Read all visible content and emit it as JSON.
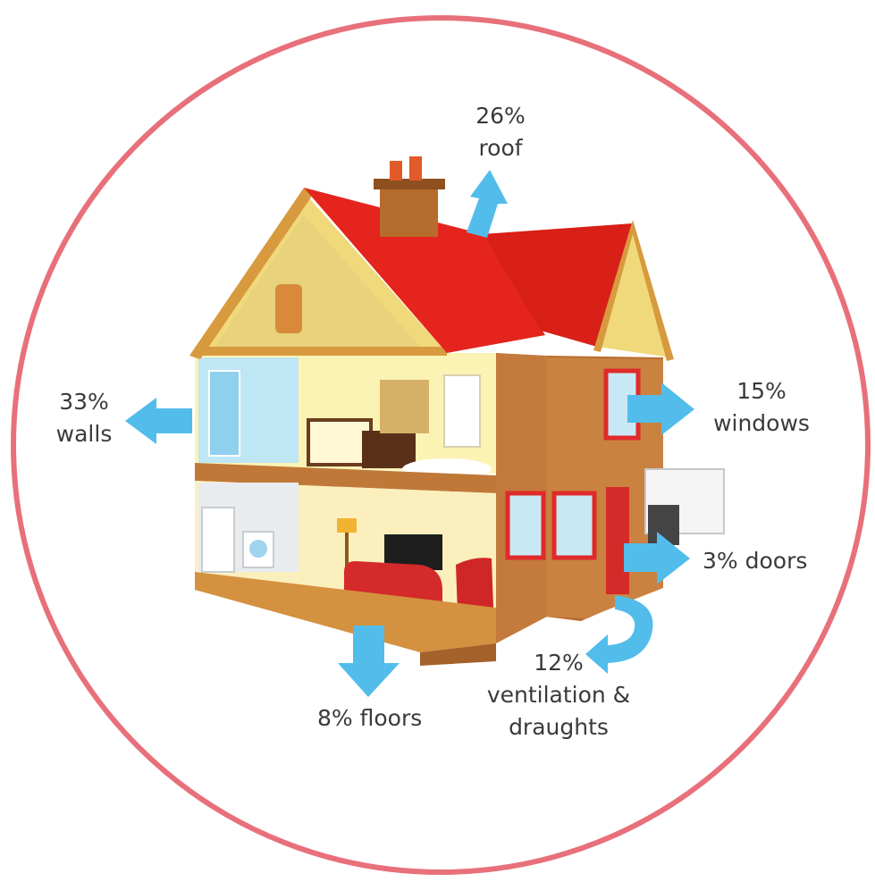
{
  "colors": {
    "ring": "#e8707a",
    "arrow": "#52bdea",
    "roof": "#e4241d",
    "brick": "#c47a3c",
    "gable": "#f0d97a",
    "label": "#3a3a3a"
  },
  "labels": {
    "roof": {
      "pct": "26%",
      "name": "roof"
    },
    "walls": {
      "pct": "33%",
      "name": "walls"
    },
    "windows": {
      "pct": "15%",
      "name": "windows"
    },
    "doors": {
      "text": "3% doors"
    },
    "floors": {
      "text": "8% floors"
    },
    "ventilation": {
      "pct": "12%",
      "line1": "ventilation &",
      "line2": "draughts"
    }
  }
}
